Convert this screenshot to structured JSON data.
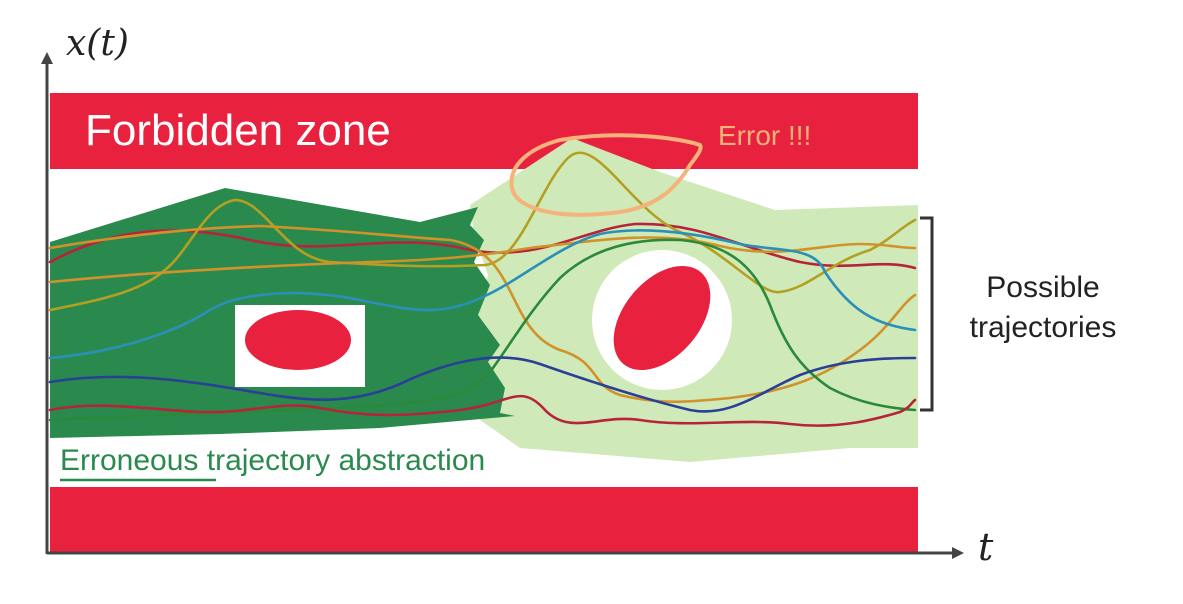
{
  "labels": {
    "y_axis": "x(t)",
    "x_axis": "t",
    "forbidden_zone": "Forbidden zone",
    "error": "Error !!!",
    "possible_trajectories_line1": "Possible",
    "possible_trajectories_line2": "trajectories",
    "abstraction_underlined": "Erroneous",
    "abstraction_rest": " trajectory abstraction"
  },
  "colors": {
    "forbidden": "#e8213f",
    "dark_green": "#2a8a4e",
    "light_green": "#cfeab8",
    "error_outline": "#f5b27a",
    "abstraction_text": "#2a8a4e",
    "axis": "#444444",
    "trajectory_red": "#b5243b",
    "trajectory_olive": "#b3a023",
    "trajectory_orange": "#d0922a",
    "trajectory_teal": "#2a90b8",
    "trajectory_green": "#2a8a3a",
    "trajectory_navy": "#2a3f96"
  }
}
